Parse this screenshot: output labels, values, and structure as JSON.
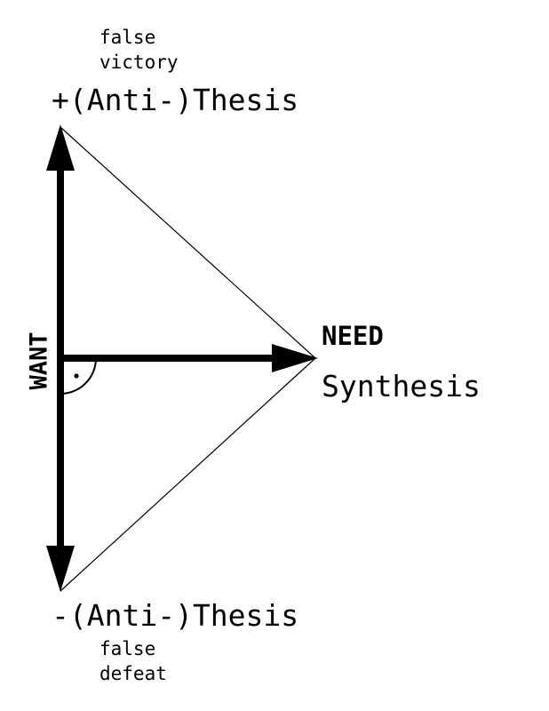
{
  "top": {
    "note_line1": "false",
    "note_line2": "victory",
    "label": "+(Anti-)Thesis"
  },
  "right": {
    "need": "NEED",
    "synthesis": "Synthesis"
  },
  "bottom": {
    "label": "-(Anti-)Thesis",
    "note_line1": "false",
    "note_line2": "defeat"
  },
  "axis": {
    "want": "WANT"
  },
  "colors": {
    "ink": "#000000",
    "background": "#ffffff"
  }
}
